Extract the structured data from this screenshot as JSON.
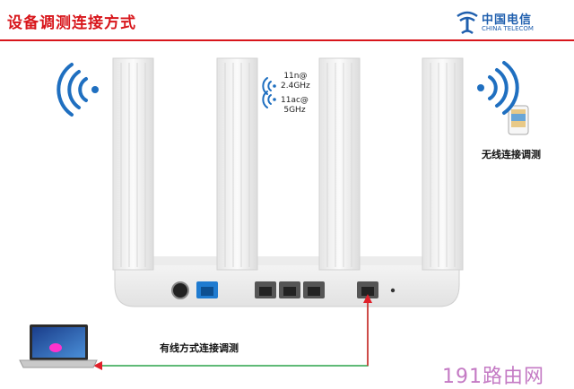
{
  "slide": {
    "title": "设备调测连接方式",
    "accent_color": "#d8161b"
  },
  "logo": {
    "name_cn": "中国电信",
    "name_en": "CHINA TELECOM",
    "color": "#1f5fae"
  },
  "wifi_bands": {
    "band_24": [
      "11n@",
      "2.4GHz"
    ],
    "band_5": [
      "11ac@",
      "5GHz"
    ]
  },
  "labels": {
    "wireless": "无线连接调测",
    "wired": "有线方式连接调测"
  },
  "watermark": "191路由网",
  "icons": [
    "wifi-signal-icon",
    "phone-icon",
    "laptop-icon",
    "router-icon"
  ],
  "cable_colors": {
    "green": "#2aa34a",
    "red": "#e0202a"
  }
}
